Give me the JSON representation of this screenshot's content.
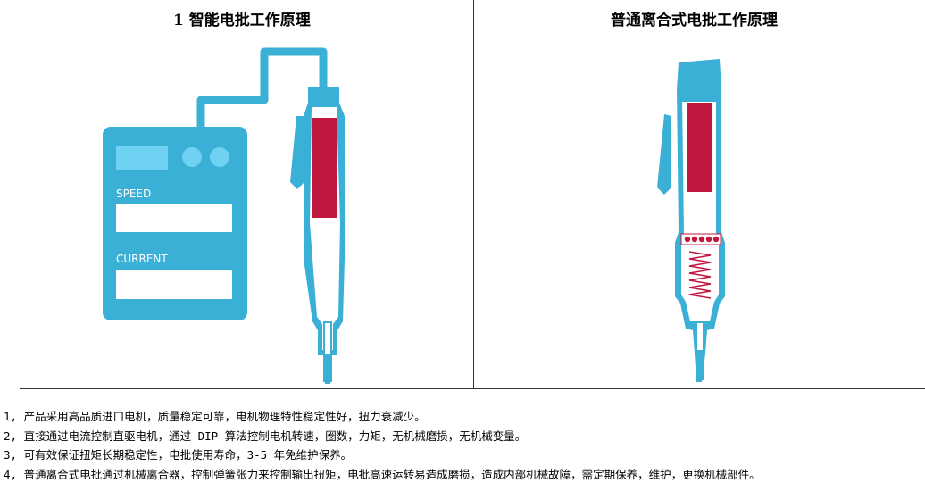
{
  "panels": {
    "left_title": "1 智能电批工作原理",
    "right_title": "普通离合式电批工作原理"
  },
  "controller": {
    "speed_label": "SPEED",
    "current_label": "CURRENT"
  },
  "notes": [
    "1, 产品采用高品质进口电机，质量稳定可靠，电机物理特性稳定性好，扭力衰减少。",
    "2, 直接通过电流控制直驱电机，通过 DIP 算法控制电机转速，圈数，力矩，无机械磨损，无机械变量。",
    "3, 可有效保证扭矩长期稳定性，电批使用寿命，3-5 年免维护保养。",
    "4, 普通离合式电批通过机械离合器，控制弹簧张力来控制输出扭矩，电批高速运转易造成磨损，造成内部机械故障，需定期保养，维护，更换机械部件。"
  ],
  "colors": {
    "tool_blue": "#3ab0d6",
    "motor_red": "#c0173f",
    "display_blue": "#6fd2f2"
  }
}
